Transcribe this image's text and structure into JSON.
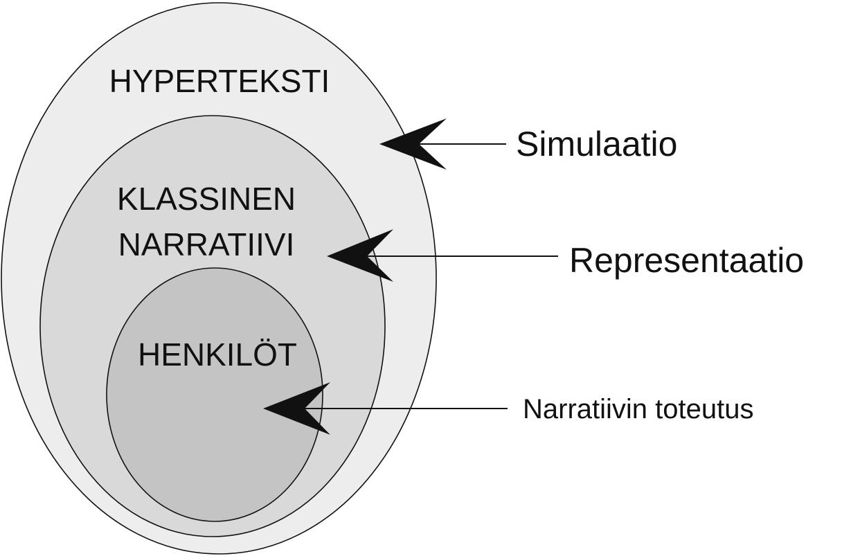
{
  "diagram": {
    "title": "",
    "sets": [
      {
        "label": "HYPERTEKSTI",
        "fill": "#ededed"
      },
      {
        "label_lines": [
          "KLASSINEN",
          "NARRATIIVI"
        ],
        "fill": "#d9d9da"
      },
      {
        "label": "HENKILÖT",
        "fill": "#c4c4c5"
      }
    ],
    "arrows": [
      {
        "label": "Simulaatio"
      },
      {
        "label": "Representaatio"
      },
      {
        "label": "Narratiivin toteutus"
      }
    ],
    "colors": {
      "stroke": "#111111",
      "background": "#ffffff"
    }
  }
}
